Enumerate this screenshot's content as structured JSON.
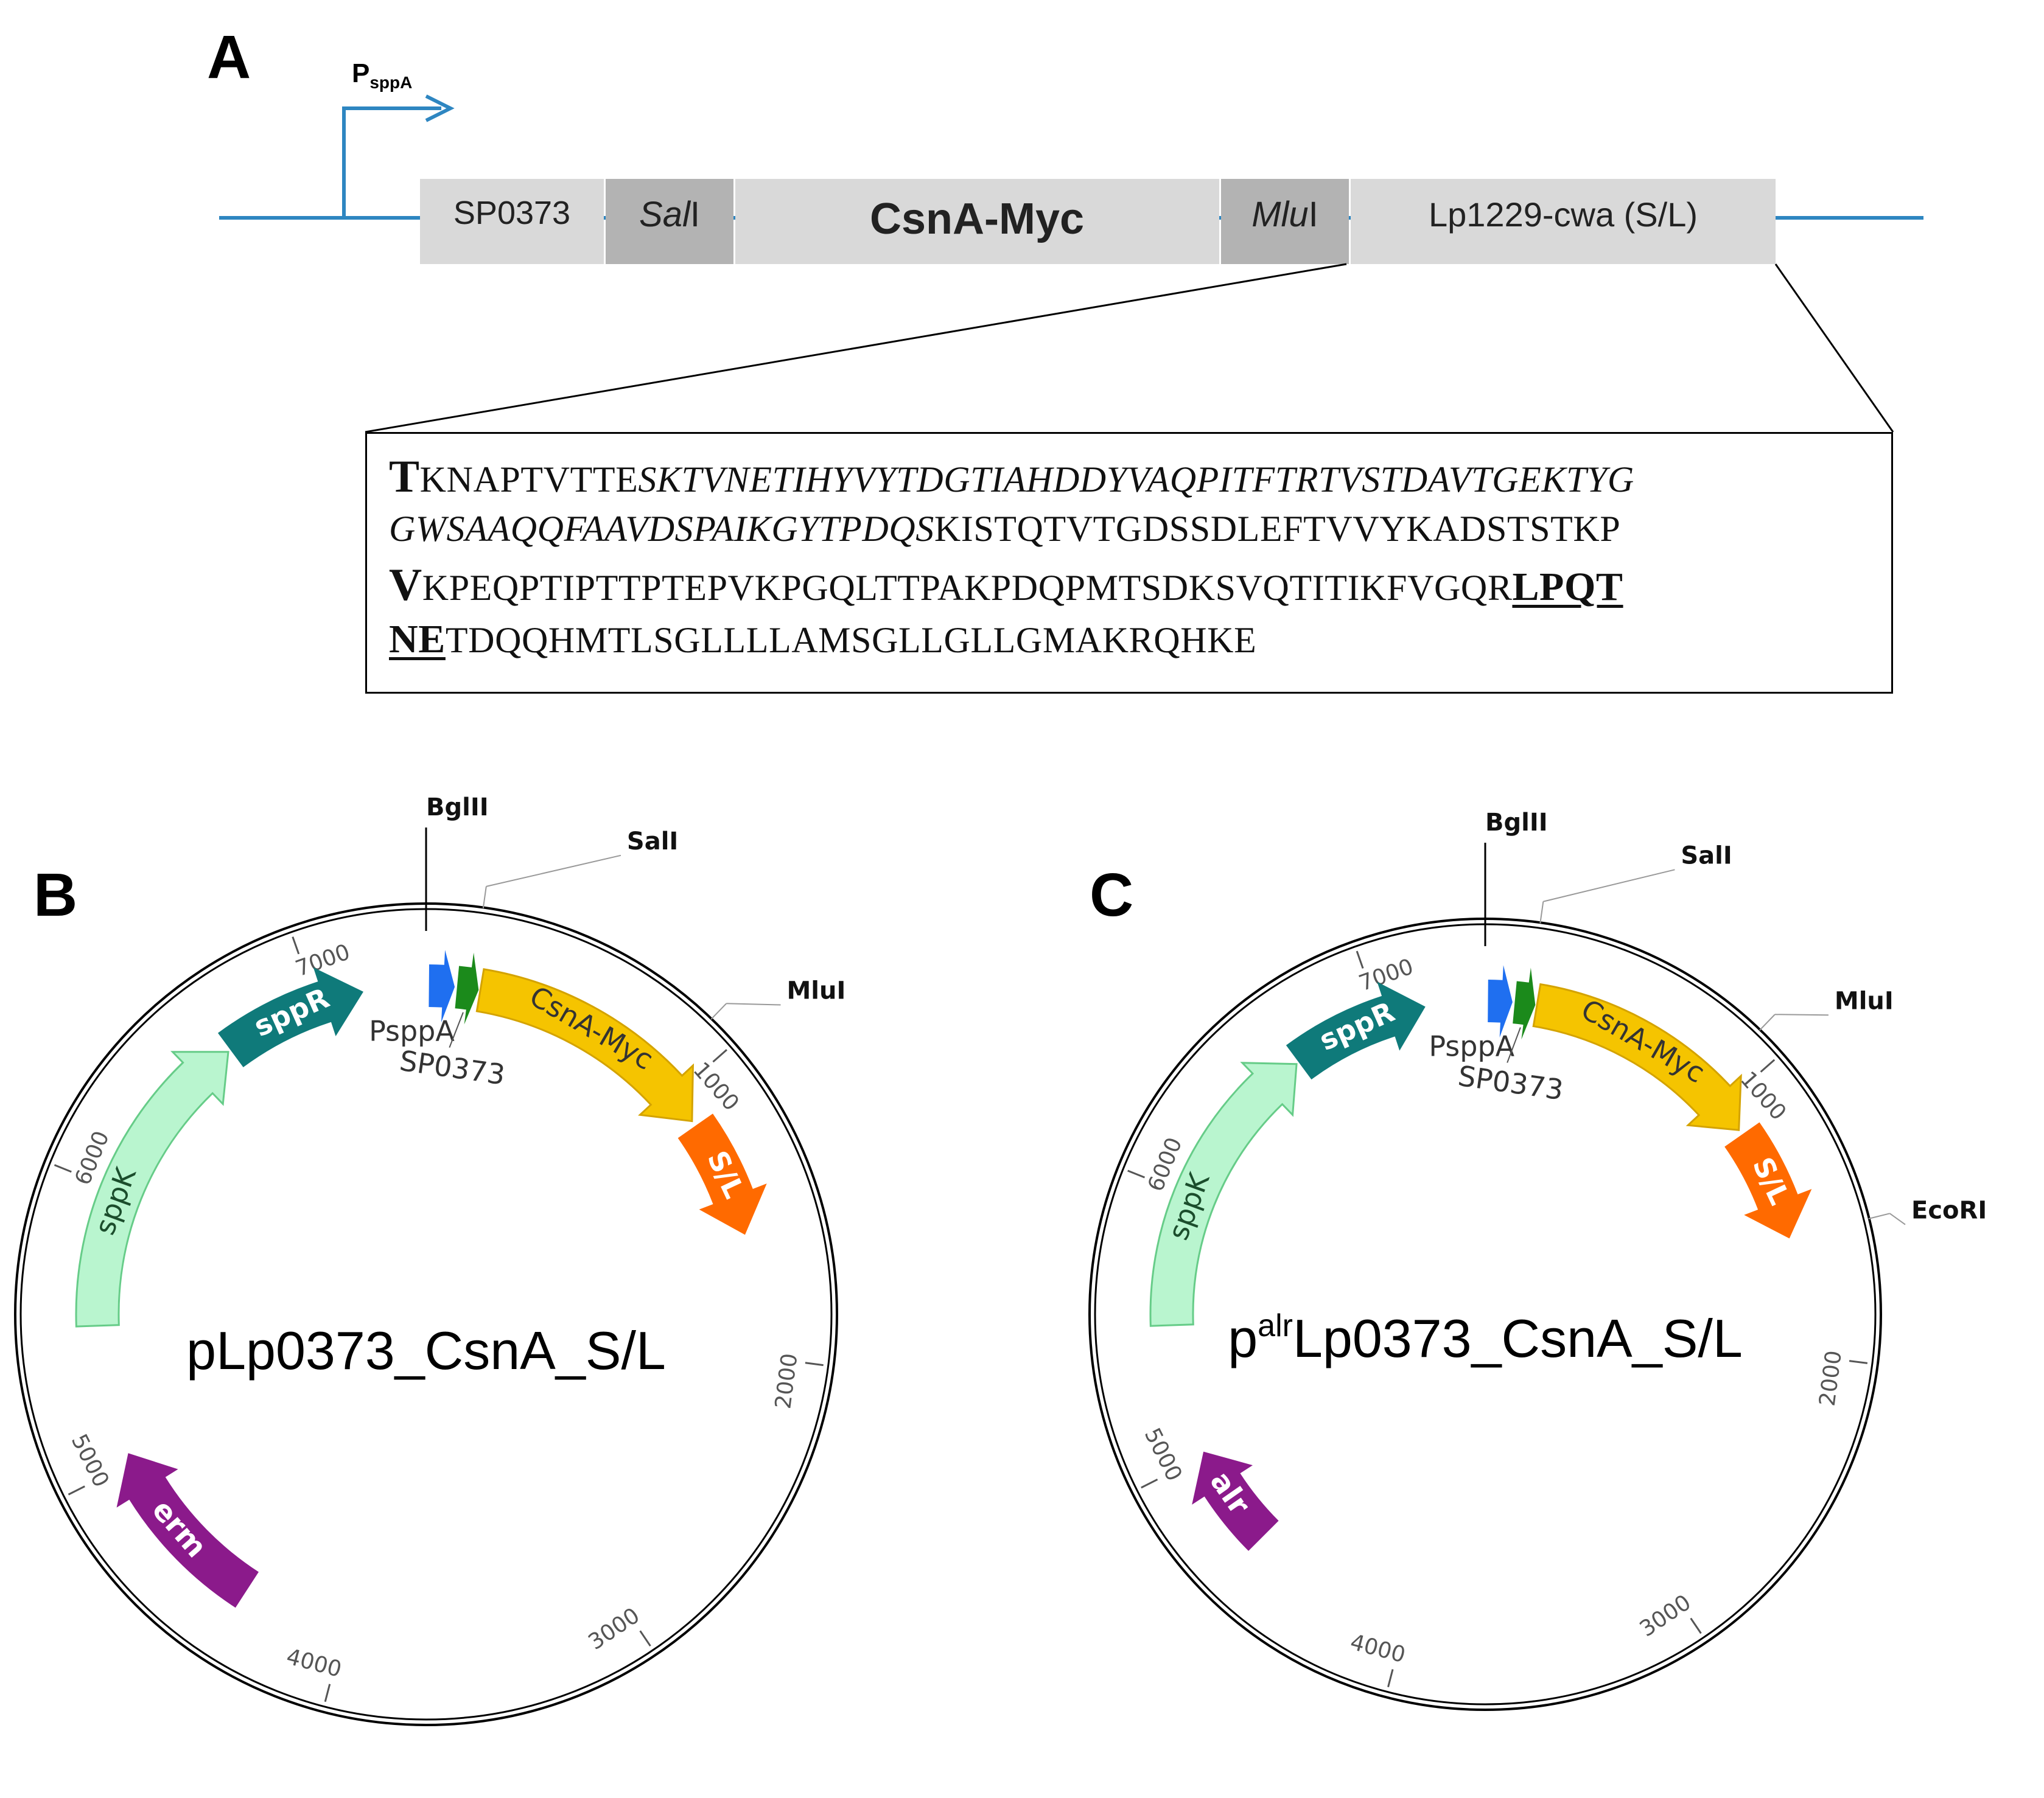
{
  "panelA": {
    "letter": "A",
    "promoter_main": "P",
    "promoter_sub": "sppA",
    "segments": {
      "sp0373": "SP0373",
      "sali_italic": "Sal",
      "sali_rest": "I",
      "csnamyc": "CsnA-Myc",
      "mlui_italic": "Mlu",
      "mlui_rest": "I",
      "lp1229": "Lp1229-cwa (S/L)"
    },
    "sequence": {
      "l1_bold": "T",
      "l1_plain": "KNAPTVTTE",
      "l1_italic": "SKTVNETIHYVYTDGTIAHDDYVAQPITFTRTVSTDAVTGEKTYG",
      "l2_italic": "GWSAAQQFAAVDSPAIKGYTPDQS",
      "l2_plain": "KISTQTVTGDSSDLEFTVVYKADSTSTKP",
      "l3_bold": "V",
      "l3_plain": "KPEQPTIPTTPTEPVKPGQLTTPAKPDQPMTSDKSVQTITIKFVGQR",
      "l3_motif": "LPQT",
      "l4_motif": "NE",
      "l4_plain": "TDQQHMTLSGLLLLAMSGLLGLLGMAKRQHKE"
    }
  },
  "panelB": {
    "letter": "B",
    "name": "pLp0373_CsnA_S/L",
    "sites": {
      "bglii": "BglII",
      "sali": "SalI",
      "mlui": "MluI"
    },
    "ticks": {
      "t7000": "7000",
      "t1000": "1000",
      "t2000": "2000",
      "t3000": "3000",
      "t4000": "4000",
      "t5000": "5000",
      "t6000": "6000"
    },
    "genes": {
      "psppa": "PsppA",
      "sp0373": "SP0373",
      "csnamyc": "CsnA-Myc",
      "sl": "S/L",
      "erm": "erm",
      "sppk": "sppK",
      "sppr": "sppR"
    }
  },
  "panelC": {
    "letter": "C",
    "name_prefix": "p",
    "name_sup": "alr",
    "name_rest": "Lp0373_CsnA_S/L",
    "sites": {
      "bglii": "BglII",
      "sali": "SalI",
      "mlui": "MluI",
      "ecori": "EcoRI"
    },
    "ticks": {
      "t7000": "7000",
      "t1000": "1000",
      "t2000": "2000",
      "t3000": "3000",
      "t4000": "4000",
      "t5000": "5000",
      "t6000": "6000"
    },
    "genes": {
      "psppa": "PsppA",
      "sp0373": "SP0373",
      "csnamyc": "CsnA-Myc",
      "sl": "S/L",
      "alr": "alr",
      "sppk": "sppK",
      "sppr": "sppR"
    }
  },
  "colors": {
    "line_blue": "#2e86c1",
    "seg_light": "#d9d9d9",
    "seg_dark": "#b3b3b3",
    "psppa_blue": "#1f6ff0",
    "sp0373_green": "#1b8a1b",
    "csna_gold": "#f5c400",
    "sl_orange": "#ff6a00",
    "erm_purple": "#8b1a8b",
    "sppk_mint": "#b9f5cf",
    "sppr_teal": "#0f7a7a"
  }
}
